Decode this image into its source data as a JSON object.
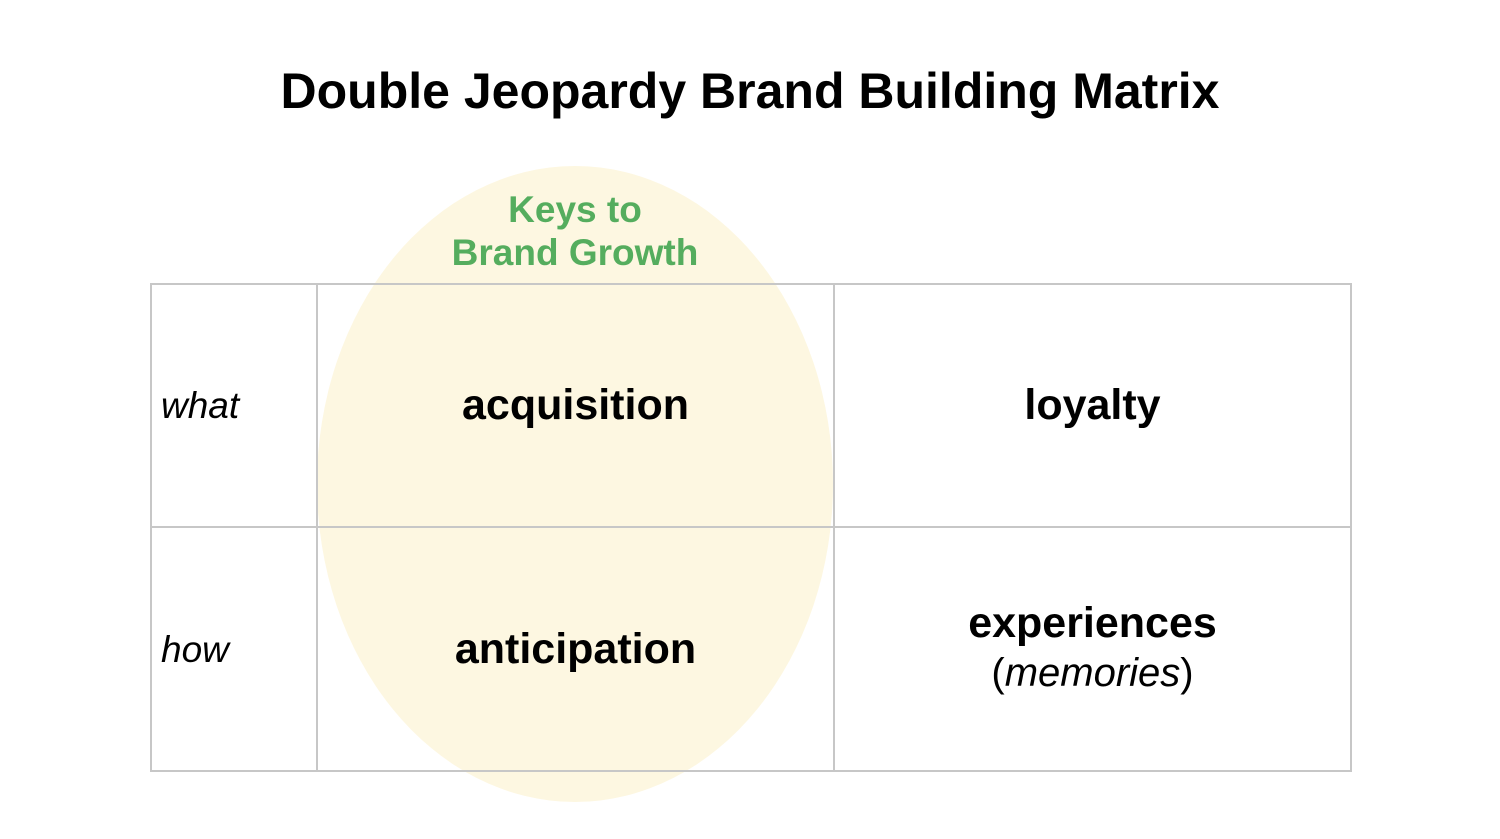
{
  "title": "Double Jeopardy Brand Building Matrix",
  "highlight": {
    "label_line1": "Keys to",
    "label_line2": "Brand Growth",
    "fill_color": "#fdf7e1",
    "label_color": "#55ad5e"
  },
  "rows": [
    {
      "label": "what",
      "cells": [
        "acquisition",
        "loyalty"
      ]
    },
    {
      "label": "how",
      "cells": [
        "anticipation",
        "experiences"
      ]
    }
  ],
  "experiences_note": {
    "open": "(",
    "text": "memories",
    "close": ")"
  },
  "grid_color": "#c7c7c7"
}
